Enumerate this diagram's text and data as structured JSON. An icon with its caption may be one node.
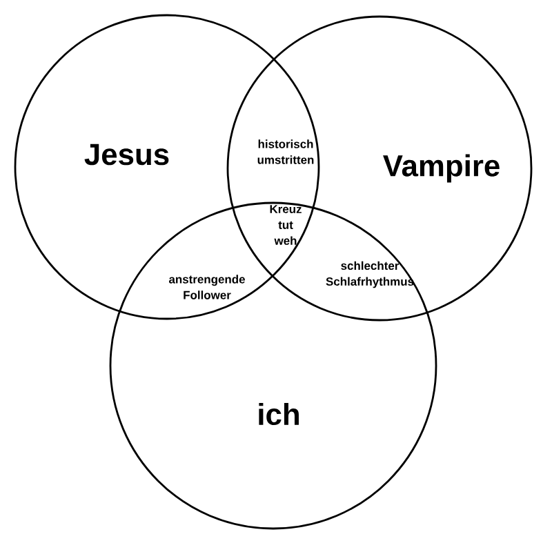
{
  "diagram": {
    "nodes": [
      {
        "text": [
          "Jesus"
        ]
      },
      {
        "text": [
          "Vampire"
        ]
      },
      {
        "text": [
          "ich"
        ]
      }
    ],
    "labels": [
      "historisch umstritten",
      "Kreuz tut weh",
      "anstrengende Follower",
      "schlechter Schlafrhythmus"
    ]
  }
}
